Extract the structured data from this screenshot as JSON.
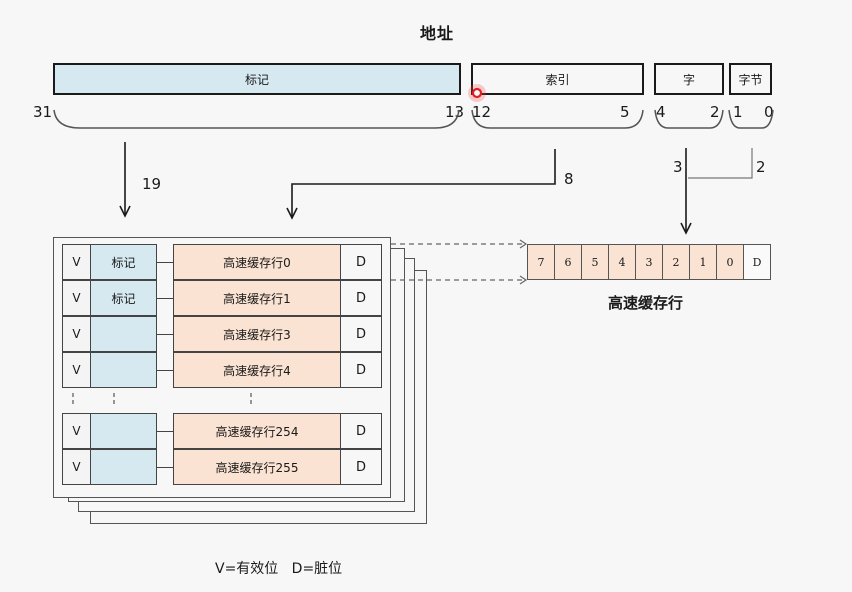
{
  "address": {
    "title": "地址",
    "fields": [
      {
        "label": "标记",
        "high_bit": "31",
        "low_bit": "13",
        "width_bits": "19"
      },
      {
        "label": "索引",
        "high_bit": "12",
        "low_bit": "5",
        "width_bits": "8"
      },
      {
        "label": "字",
        "high_bit": "4",
        "low_bit": "2",
        "width_bits": "3"
      },
      {
        "label": "字节",
        "high_bit": "1",
        "low_bit": "0",
        "width_bits": "2"
      }
    ]
  },
  "cache_table": {
    "rows": [
      {
        "valid": "V",
        "tag": "标记",
        "line": "高速缓存行0",
        "dirty": "D"
      },
      {
        "valid": "V",
        "tag": "标记",
        "line": "高速缓存行1",
        "dirty": "D"
      },
      {
        "valid": "V",
        "tag": "",
        "line": "高速缓存行3",
        "dirty": "D"
      },
      {
        "valid": "V",
        "tag": "",
        "line": "高速缓存行4",
        "dirty": "D"
      },
      {
        "valid": "V",
        "tag": "",
        "line": "高速缓存行254",
        "dirty": "D"
      },
      {
        "valid": "V",
        "tag": "",
        "line": "高速缓存行255",
        "dirty": "D"
      }
    ]
  },
  "cache_line": {
    "caption": "高速缓存行",
    "bytes": [
      "7",
      "6",
      "5",
      "4",
      "3",
      "2",
      "1",
      "0",
      "D"
    ]
  },
  "legend": "V=有效位   D=脏位",
  "colors": {
    "tag_fill": "#d6e8f0",
    "line_fill": "#fbe3d3",
    "pointer_marker": "#e02020"
  }
}
